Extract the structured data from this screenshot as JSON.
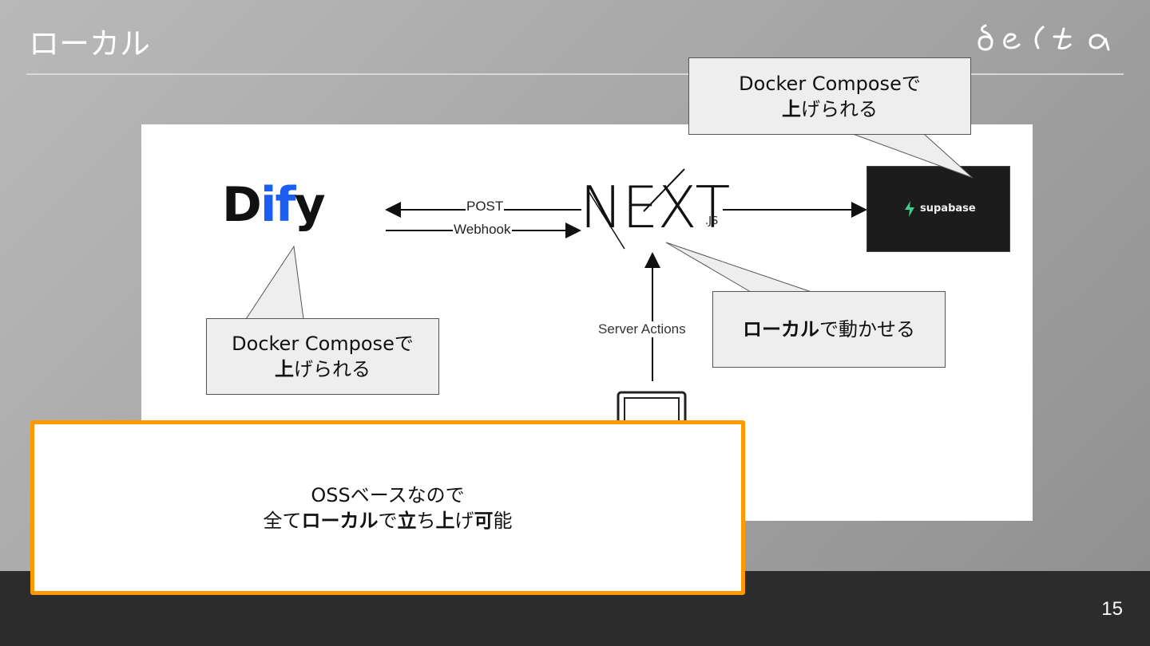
{
  "slide": {
    "title": "ローカル",
    "page_number": "15",
    "logo_text": "delta"
  },
  "diagram": {
    "dify_logo": {
      "prefix": "D",
      "highlight": "if",
      "suffix": "y"
    },
    "nextjs_logo": {
      "word": "NEXT",
      "suffix": ".JS"
    },
    "supabase_logo": {
      "label": "supabase"
    },
    "edges": {
      "post": "POST",
      "webhook": "Webhook",
      "server_actions": "Server Actions"
    },
    "callouts": {
      "supabase": {
        "line1": "Docker Composeで",
        "line2_bold": "上",
        "line2_rest": "げられる"
      },
      "dify": {
        "line1": "Docker Composeで",
        "line2_bold": "上",
        "line2_rest": "げられる"
      },
      "nextjs": {
        "bold": "ローカル",
        "rest": "で動かせる"
      }
    }
  },
  "note": {
    "line1": "OSSベースなので",
    "line2_parts": [
      "全て",
      "ローカル",
      "で",
      "立",
      "ち",
      "上",
      "げ",
      "可",
      "能"
    ]
  }
}
